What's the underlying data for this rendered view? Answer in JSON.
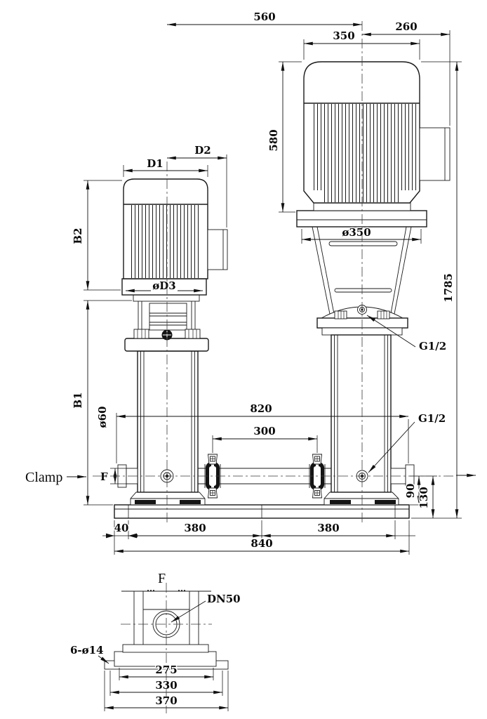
{
  "drawing": {
    "labels": {
      "clamp": "Clamp",
      "view_f": "F",
      "port_f": "F",
      "dn50": "DN50",
      "bolt_holes": "6-ø14",
      "vent_plug": "G1/2",
      "drain_plug": "G1/2",
      "d1": "D1",
      "d2": "D2",
      "b1": "B1",
      "b2": "B2",
      "phi_d3": "øD3",
      "phi_60": "ø60",
      "phi_350": "ø350"
    },
    "dims": {
      "span_560": "560",
      "motor_350": "350",
      "box_260": "260",
      "motor_580": "580",
      "overall_1785": "1785",
      "ports_820": "820",
      "clamps_300": "300",
      "h_90": "90",
      "h_130": "130",
      "base_40": "40",
      "base_380a": "380",
      "base_380b": "380",
      "base_840": "840",
      "foot_275": "275",
      "foot_330": "330",
      "foot_370": "370"
    }
  }
}
